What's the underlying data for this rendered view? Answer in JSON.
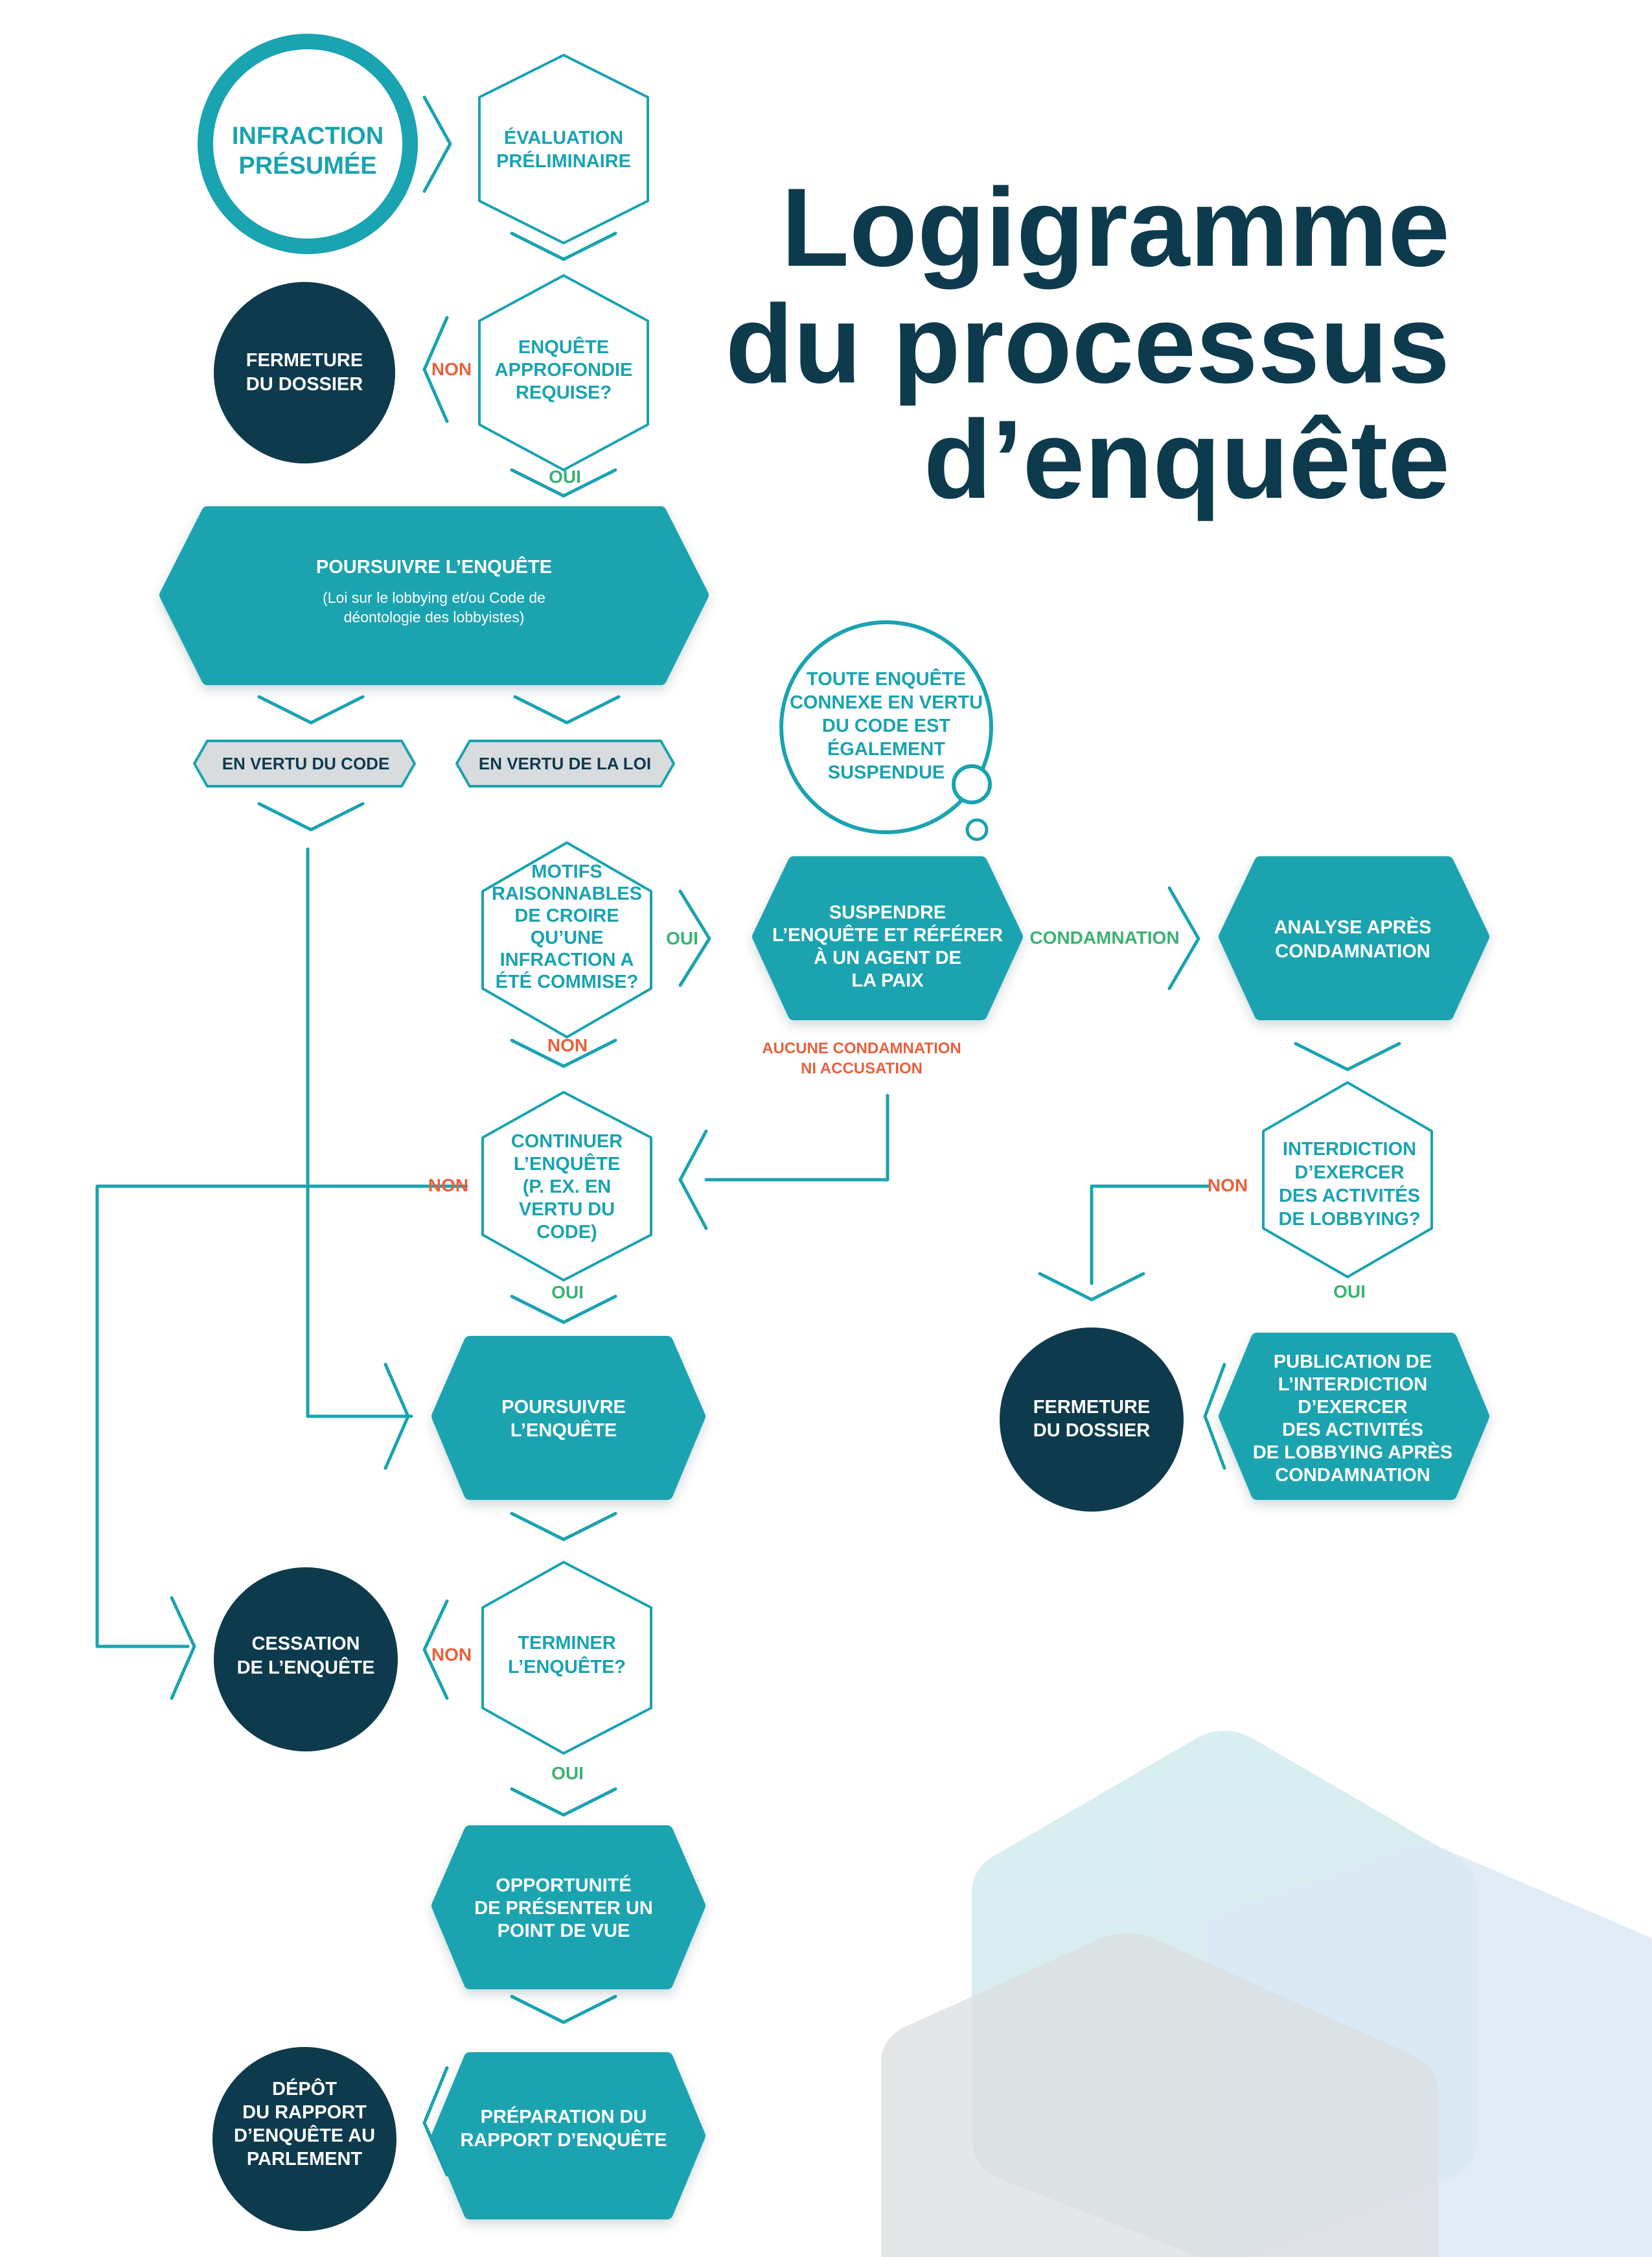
{
  "title": {
    "line1": "Logigramme",
    "line2": "du processus",
    "line3": "d’enquête"
  },
  "colors": {
    "dark": "#0e3a4d",
    "teal": "#1aa3b0",
    "oui": "#3bb273",
    "non": "#e8603c",
    "grey": "#d9dcdf"
  },
  "nodes": {
    "infraction": {
      "l1": "INFRACTION",
      "l2": "PRÉSUMÉE"
    },
    "evaluation": {
      "l1": "ÉVALUATION",
      "l2": "PRÉLIMINAIRE"
    },
    "fermeture1": {
      "l1": "FERMETURE",
      "l2": "DU DOSSIER"
    },
    "enquete_approfondie": {
      "l1": "ENQUÊTE",
      "l2": "APPROFONDIE",
      "l3": "REQUISE?"
    },
    "poursuivre1": {
      "l1": "POURSUIVRE L’ENQUÊTE",
      "s1": "(Loi sur le lobbying et/ou Code de",
      "s2": "déontologie des lobbyistes)"
    },
    "vertu_code": "EN VERTU DU CODE",
    "vertu_loi": "EN VERTU DE LA LOI",
    "bubble": {
      "l1": "TOUTE ENQUÊTE",
      "l2": "CONNEXE EN VERTU",
      "l3": "DU CODE EST",
      "l4": "ÉGALEMENT",
      "l5": "SUSPENDUE"
    },
    "motifs": {
      "l1": "MOTIFS",
      "l2": "RAISONNABLES",
      "l3": "DE CROIRE",
      "l4": "QU’UNE",
      "l5": "INFRACTION A",
      "l6": "ÉTÉ COMMISE?"
    },
    "suspendre": {
      "l1": "SUSPENDRE",
      "l2": "L’ENQUÊTE ET RÉFÉRER",
      "l3": "À UN AGENT DE",
      "l4": "LA PAIX"
    },
    "analyse": {
      "l1": "ANALYSE APRÈS",
      "l2": "CONDAMNATION"
    },
    "aucune": {
      "l1": "AUCUNE CONDAMNATION",
      "l2": "NI ACCUSATION"
    },
    "continuer": {
      "l1": "CONTINUER",
      "l2": "L’ENQUÊTE",
      "l3": "(P. EX. EN",
      "l4": "VERTU DU",
      "l5": "CODE)"
    },
    "interdiction": {
      "l1": "INTERDICTION",
      "l2": "D’EXERCER",
      "l3": "DES ACTIVITÉS",
      "l4": "DE LOBBYING?"
    },
    "poursuivre2": {
      "l1": "POURSUIVRE",
      "l2": "L’ENQUÊTE"
    },
    "fermeture2": {
      "l1": "FERMETURE",
      "l2": "DU DOSSIER"
    },
    "publication": {
      "l1": "PUBLICATION DE",
      "l2": "L’INTERDICTION",
      "l3": "D’EXERCER",
      "l4": "DES ACTIVITÉS",
      "l5": "DE LOBBYING APRÈS",
      "l6": "CONDAMNATION"
    },
    "cessation": {
      "l1": "CESSATION",
      "l2": "DE L’ENQUÊTE"
    },
    "terminer": {
      "l1": "TERMINER",
      "l2": "L’ENQUÊTE?"
    },
    "opportunite": {
      "l1": "OPPORTUNITÉ",
      "l2": "DE PRÉSENTER UN",
      "l3": "POINT DE VUE"
    },
    "depot": {
      "l1": "DÉPÔT",
      "l2": "DU RAPPORT",
      "l3": "D’ENQUÊTE AU",
      "l4": "PARLEMENT"
    },
    "preparation": {
      "l1": "PRÉPARATION DU",
      "l2": "RAPPORT D’ENQUÊTE"
    }
  },
  "branches": {
    "non1": "NON",
    "oui1": "OUI",
    "oui_motifs": "OUI",
    "non_motifs": "NON",
    "condamnation": "CONDAMNATION",
    "non_continuer": "NON",
    "oui_continuer": "OUI",
    "non_interdiction": "NON",
    "oui_interdiction": "OUI",
    "non_terminer": "NON",
    "oui_terminer": "OUI"
  }
}
